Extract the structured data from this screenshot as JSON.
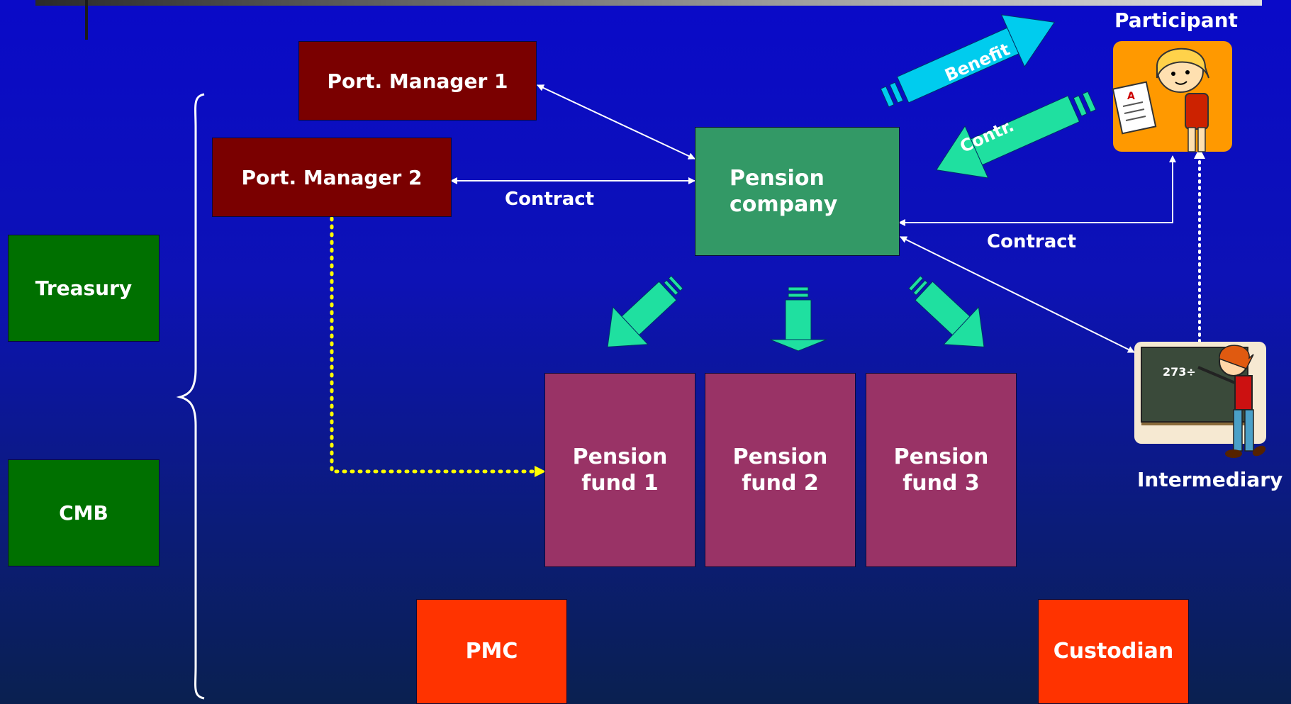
{
  "boxes": {
    "port_manager_1": "Port. Manager 1",
    "port_manager_2": "Port. Manager 2",
    "treasury": "Treasury",
    "cmb": "CMB",
    "pension_company": "Pension company",
    "pension_fund_1": "Pension fund 1",
    "pension_fund_2": "Pension fund 2",
    "pension_fund_3": "Pension fund 3",
    "pmc": "PMC",
    "custodian": "Custodian"
  },
  "labels": {
    "contract_left": "Contract",
    "contract_right": "Contract",
    "participant": "Participant",
    "intermediary": "Intermediary",
    "benefit": "Benefit",
    "contr": "Contr."
  },
  "colors": {
    "port_manager": "#7a0000",
    "regulator": "#007000",
    "pension_company": "#339966",
    "pension_fund": "#993366",
    "service_provider": "#ff3300",
    "benefit_arrow": "#00ccee",
    "contribution_arrow": "#1fe0a0",
    "dotted_line": "#ffff00"
  },
  "icons": {
    "participant": "participant-girl-with-report-icon",
    "intermediary": "teacher-at-blackboard-icon"
  }
}
